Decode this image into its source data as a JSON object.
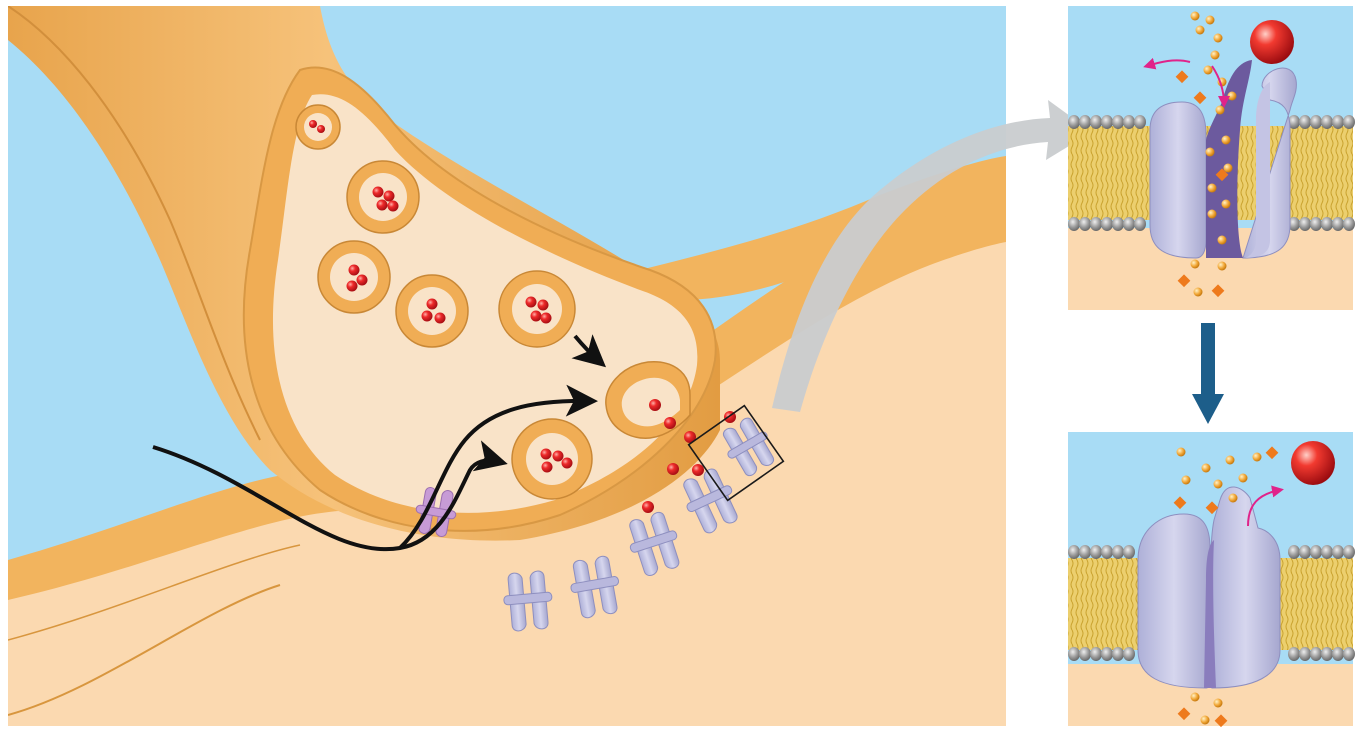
{
  "figure": {
    "panels": [
      "synapse-overview",
      "channel-open-detail",
      "channel-closed-detail"
    ],
    "labels": []
  },
  "colors": {
    "extracellular": "#a8dcf5",
    "neuron": "#f2b45e",
    "neuron_shade": "#e6a24a",
    "cytoplasm": "#fbd9b0",
    "terminal_interior": "#f9e3c8",
    "neurotransmitter": "#e8202a",
    "receptor_channel": "#b9b8dd",
    "channel_pore": "#6c5a9e",
    "calcium_channel": "#c79bd6",
    "ion_sodium": "#f0a830",
    "ion_potassium": "#ee7a1c",
    "ion_flow_arrow": "#e0238a",
    "lipid_head": "#a9a9a9",
    "lipid_tail": "#e6c04e",
    "zoom_arrow": "#c9cccf",
    "sequence_arrow": "#1d5e8a"
  },
  "icons": {
    "action_potential_arrow": "black-curved-arrow-icon",
    "vesicle_move_arrow": "black-arrow-icon",
    "zoom_arrow": "grey-curved-arrow-icon",
    "sequence_arrow": "blue-down-arrow-icon"
  }
}
